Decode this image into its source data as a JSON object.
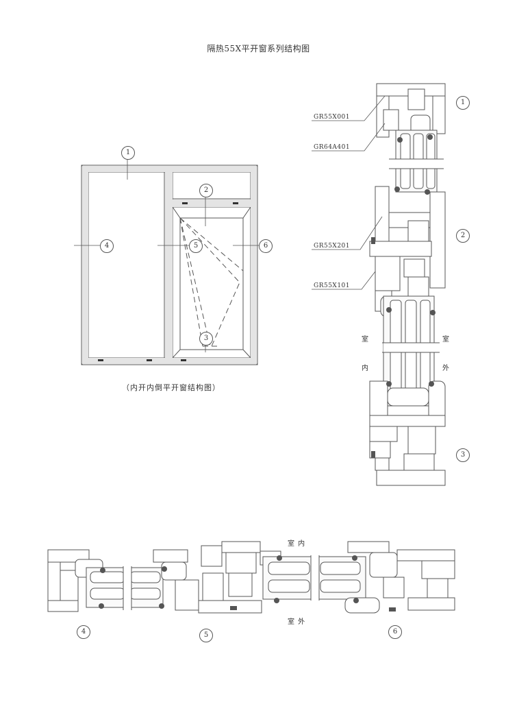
{
  "title": "隔热55X平开窗系列结构图",
  "elevation": {
    "caption": "（内开内倒平开窗结构图）",
    "callouts": [
      "1",
      "2",
      "3",
      "4",
      "5",
      "6"
    ]
  },
  "vertical_section": {
    "callouts": [
      "1",
      "2",
      "3"
    ],
    "profile_codes": [
      "GR55X001",
      "GR64A401",
      "GR55X201",
      "GR55X101"
    ],
    "indoor": [
      "室",
      "内"
    ],
    "outdoor": [
      "室",
      "外"
    ]
  },
  "horizontal_section": {
    "callouts": [
      "4",
      "5",
      "6"
    ],
    "indoor": "室  内",
    "outdoor": "室  外"
  }
}
